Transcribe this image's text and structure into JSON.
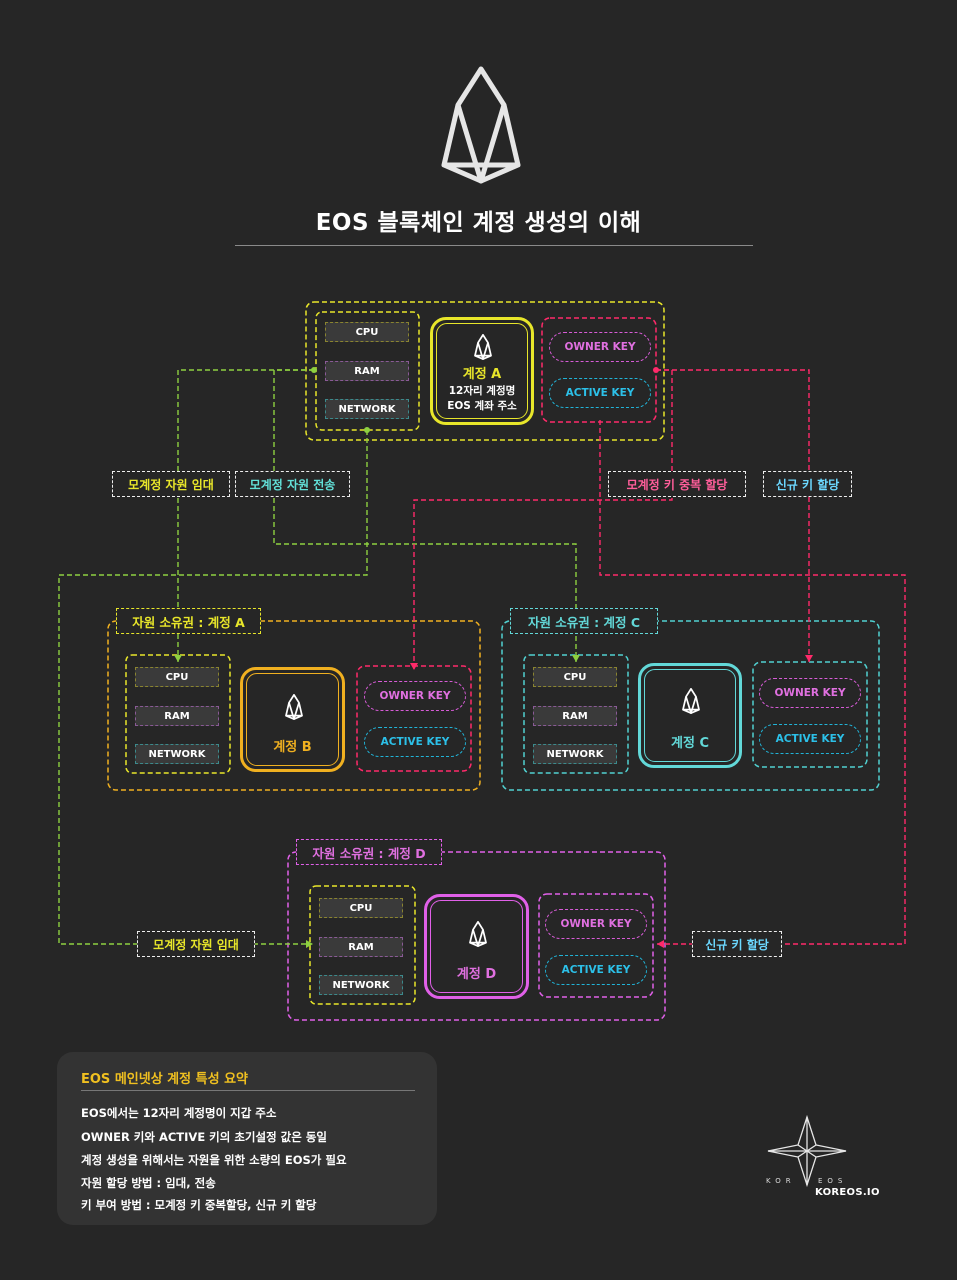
{
  "title": "EOS 블록체인 계정 생성의 이해",
  "resources": {
    "cpu": "CPU",
    "ram": "RAM",
    "network": "NETWORK"
  },
  "keys": {
    "owner": "OWNER KEY",
    "active": "ACTIVE KEY"
  },
  "accounts": {
    "a": {
      "name": "계정 A",
      "line1": "12자리 계정명",
      "line2": "EOS 계좌 주소",
      "color": "#e8e62a"
    },
    "b": {
      "name": "계정 B",
      "color": "#f0b020"
    },
    "c": {
      "name": "계정 C",
      "color": "#62d8d8"
    },
    "d": {
      "name": "계정 D",
      "color": "#e060e8"
    }
  },
  "ownership": {
    "a": "자원 소유권 : 계정 A",
    "c": "자원 소유권 : 계정 C",
    "d": "자원 소유권 : 계정 D"
  },
  "flows": {
    "lease": "모계정 자원 임대",
    "transfer": "모계정 자원 전송",
    "dup_key": "모계정 키 중복 할당",
    "new_key": "신규 키 할당",
    "lease_d": "모계정 자원 임대",
    "new_key_d": "신규 키 할당"
  },
  "summary": {
    "title": "EOS 메인넷상 계정 특성 요약",
    "items": [
      "EOS에서는 12자리 계정명이 지갑 주소",
      "OWNER 키와 ACTIVE 키의 초기설정 값은 동일",
      "계정 생성을 위해서는 자원을 위한 소량의 EOS가 필요",
      "자원 할당 방법 : 임대, 전송",
      "키 부여 방법 : 모계정 키 중복할당, 신규 키 할당"
    ]
  },
  "brand": {
    "kor": "KOR",
    "eos": "EOS",
    "site": "KOREOS.IO"
  },
  "colors": {
    "background": "#262626",
    "lease": "#8ed040",
    "key": "#ff2a6a",
    "cyan": "#50d0d0",
    "magenta": "#e060e8",
    "yellow": "#e8e62a",
    "orange": "#f0b020"
  }
}
